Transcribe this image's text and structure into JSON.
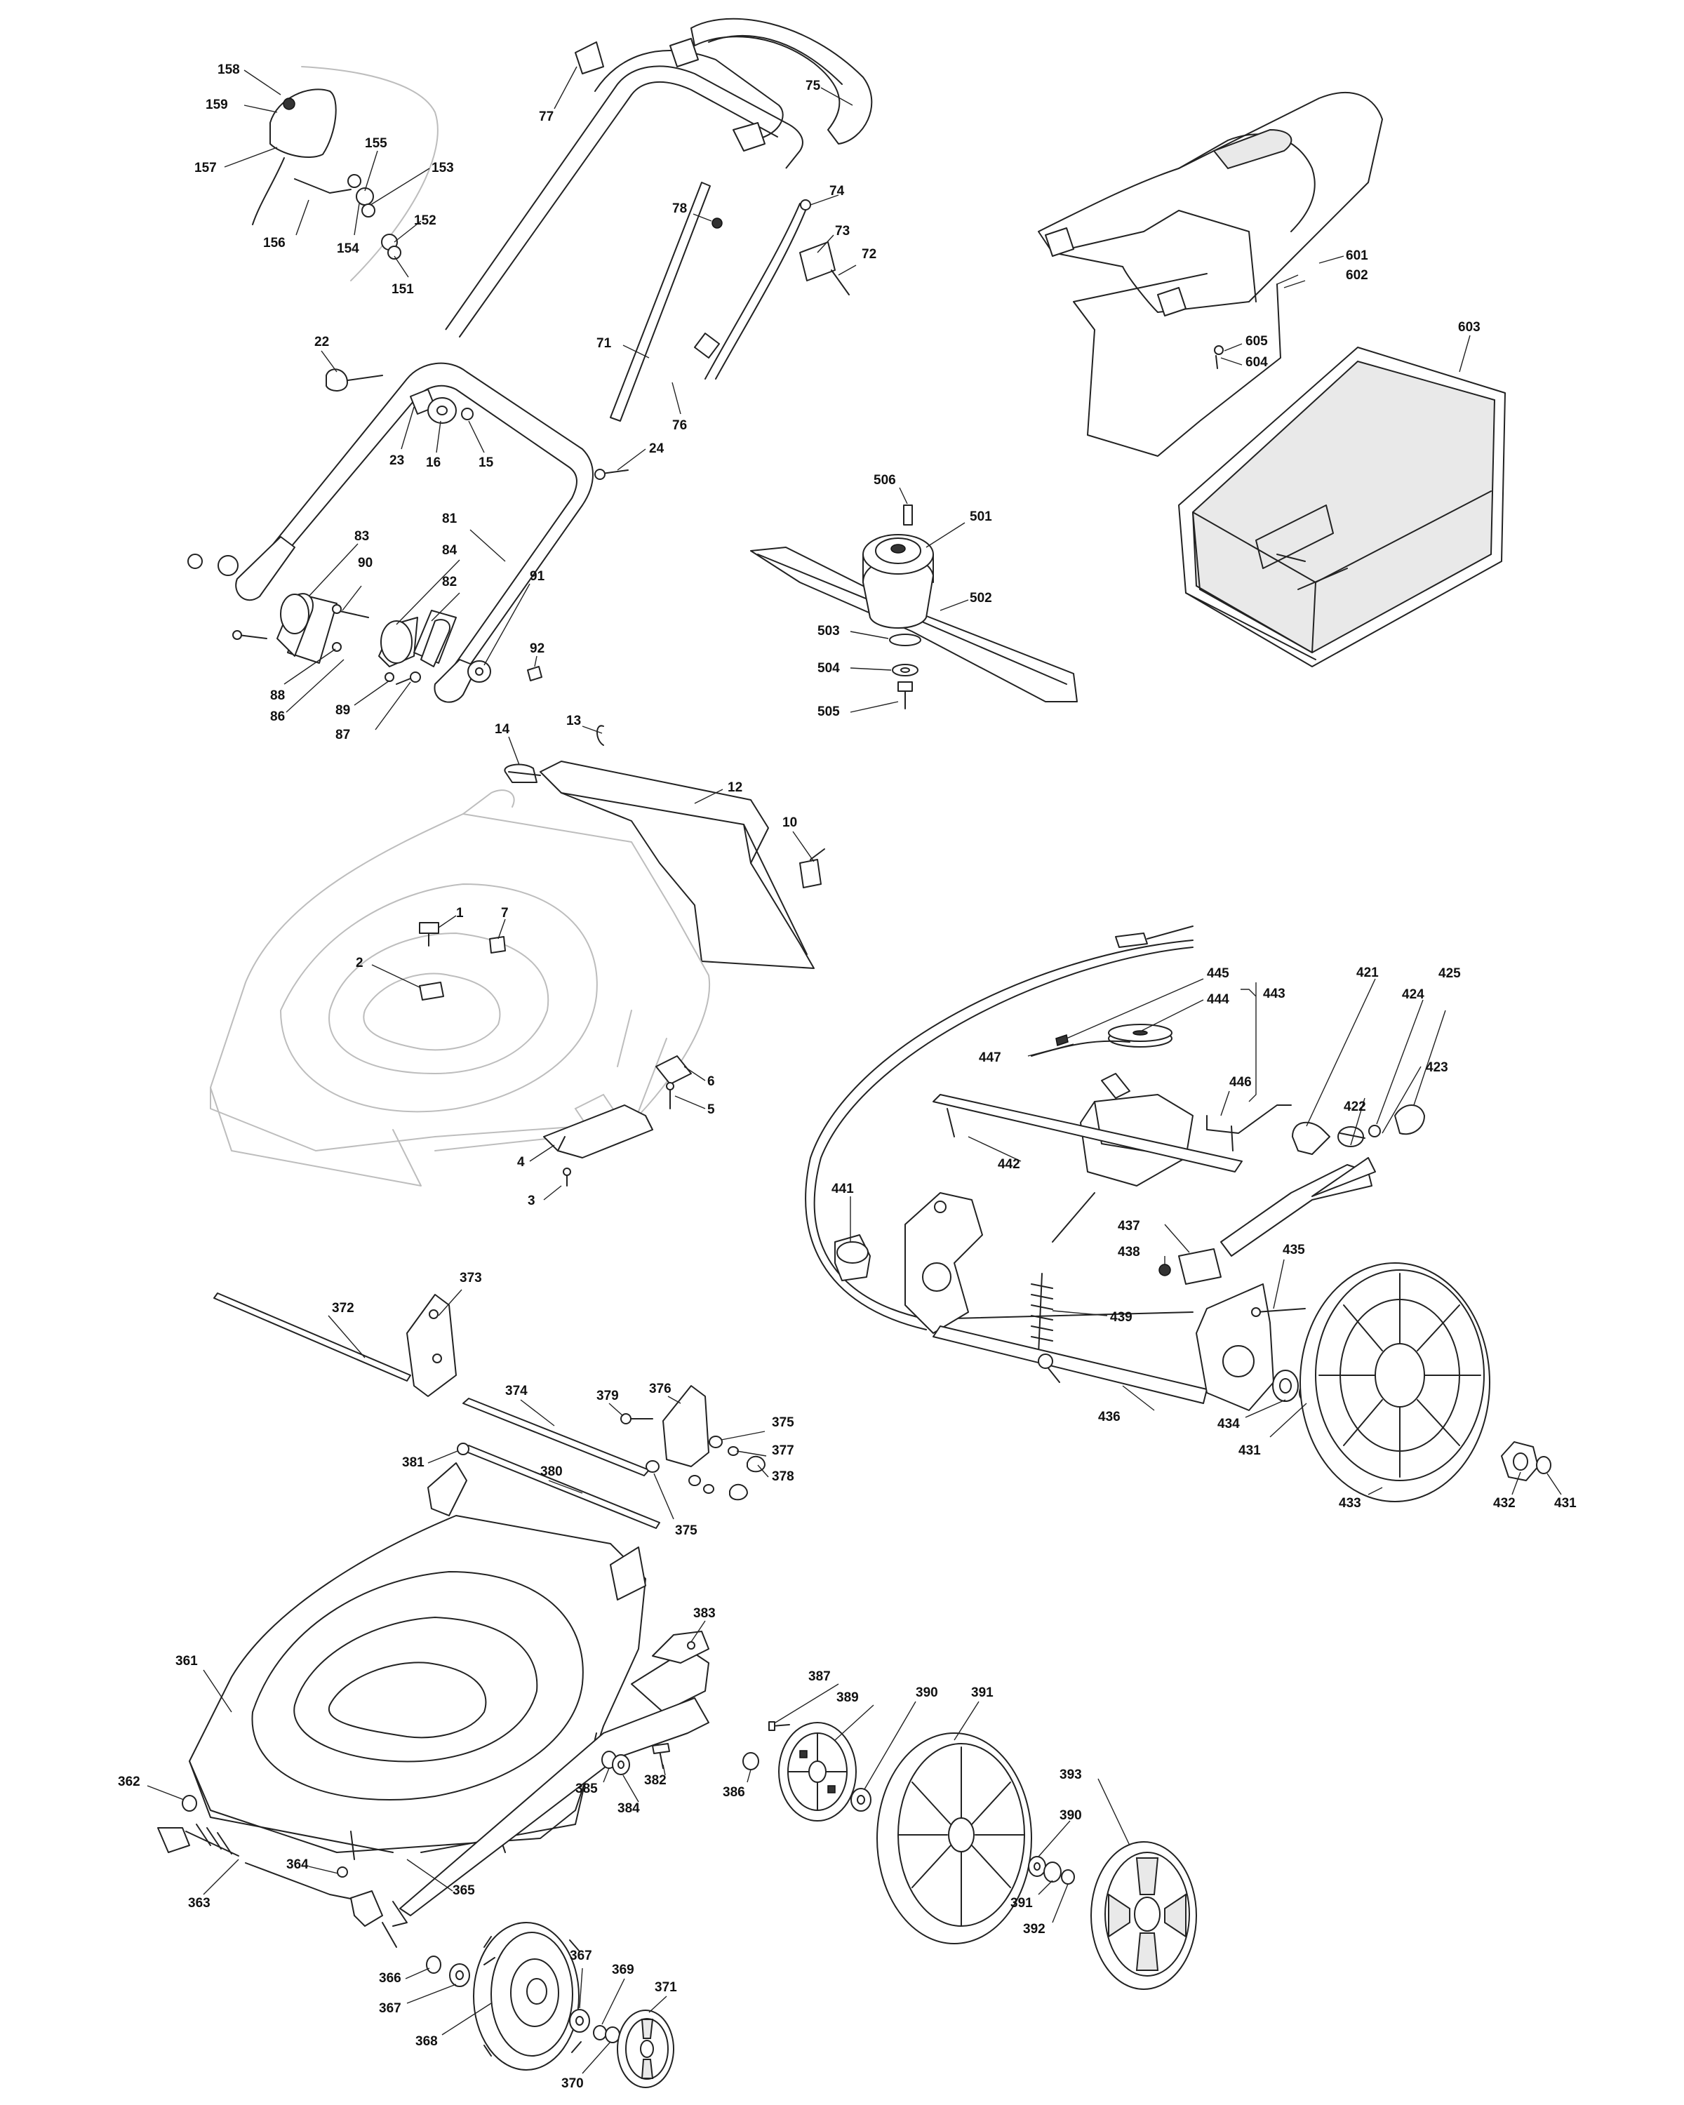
{
  "diagram": {
    "labels": [
      {
        "id": "158",
        "text": "158"
      },
      {
        "id": "159",
        "text": "159"
      },
      {
        "id": "157",
        "text": "157"
      },
      {
        "id": "155",
        "text": "155"
      },
      {
        "id": "153",
        "text": "153"
      },
      {
        "id": "152",
        "text": "152"
      },
      {
        "id": "156",
        "text": "156"
      },
      {
        "id": "154",
        "text": "154"
      },
      {
        "id": "151",
        "text": "151"
      },
      {
        "id": "77",
        "text": "77"
      },
      {
        "id": "75",
        "text": "75"
      },
      {
        "id": "78",
        "text": "78"
      },
      {
        "id": "74",
        "text": "74"
      },
      {
        "id": "73",
        "text": "73"
      },
      {
        "id": "72",
        "text": "72"
      },
      {
        "id": "71",
        "text": "71"
      },
      {
        "id": "76",
        "text": "76"
      },
      {
        "id": "22",
        "text": "22"
      },
      {
        "id": "23",
        "text": "23"
      },
      {
        "id": "16",
        "text": "16"
      },
      {
        "id": "15",
        "text": "15"
      },
      {
        "id": "24",
        "text": "24"
      },
      {
        "id": "81",
        "text": "81"
      },
      {
        "id": "83",
        "text": "83"
      },
      {
        "id": "90",
        "text": "90"
      },
      {
        "id": "84",
        "text": "84"
      },
      {
        "id": "82",
        "text": "82"
      },
      {
        "id": "91",
        "text": "91"
      },
      {
        "id": "92",
        "text": "92"
      },
      {
        "id": "88",
        "text": "88"
      },
      {
        "id": "86",
        "text": "86"
      },
      {
        "id": "89",
        "text": "89"
      },
      {
        "id": "87",
        "text": "87"
      },
      {
        "id": "601",
        "text": "601"
      },
      {
        "id": "602",
        "text": "602"
      },
      {
        "id": "603",
        "text": "603"
      },
      {
        "id": "605",
        "text": "605"
      },
      {
        "id": "604",
        "text": "604"
      },
      {
        "id": "506",
        "text": "506"
      },
      {
        "id": "501",
        "text": "501"
      },
      {
        "id": "502",
        "text": "502"
      },
      {
        "id": "503",
        "text": "503"
      },
      {
        "id": "504",
        "text": "504"
      },
      {
        "id": "505",
        "text": "505"
      },
      {
        "id": "14",
        "text": "14"
      },
      {
        "id": "13",
        "text": "13"
      },
      {
        "id": "12",
        "text": "12"
      },
      {
        "id": "10",
        "text": "10"
      },
      {
        "id": "1",
        "text": "1"
      },
      {
        "id": "7",
        "text": "7"
      },
      {
        "id": "2",
        "text": "2"
      },
      {
        "id": "6",
        "text": "6"
      },
      {
        "id": "5",
        "text": "5"
      },
      {
        "id": "4",
        "text": "4"
      },
      {
        "id": "3",
        "text": "3"
      },
      {
        "id": "445",
        "text": "445"
      },
      {
        "id": "444",
        "text": "444"
      },
      {
        "id": "443",
        "text": "443"
      },
      {
        "id": "421",
        "text": "421"
      },
      {
        "id": "424",
        "text": "424"
      },
      {
        "id": "425",
        "text": "425"
      },
      {
        "id": "423",
        "text": "423"
      },
      {
        "id": "447",
        "text": "447"
      },
      {
        "id": "446",
        "text": "446"
      },
      {
        "id": "422",
        "text": "422"
      },
      {
        "id": "442",
        "text": "442"
      },
      {
        "id": "441",
        "text": "441"
      },
      {
        "id": "437",
        "text": "437"
      },
      {
        "id": "438",
        "text": "438"
      },
      {
        "id": "435",
        "text": "435"
      },
      {
        "id": "439",
        "text": "439"
      },
      {
        "id": "436",
        "text": "436"
      },
      {
        "id": "434",
        "text": "434"
      },
      {
        "id": "431a",
        "text": "431"
      },
      {
        "id": "433",
        "text": "433"
      },
      {
        "id": "432",
        "text": "432"
      },
      {
        "id": "431b",
        "text": "431"
      },
      {
        "id": "373",
        "text": "373"
      },
      {
        "id": "372",
        "text": "372"
      },
      {
        "id": "374",
        "text": "374"
      },
      {
        "id": "379",
        "text": "379"
      },
      {
        "id": "376",
        "text": "376"
      },
      {
        "id": "375a",
        "text": "375"
      },
      {
        "id": "377",
        "text": "377"
      },
      {
        "id": "378",
        "text": "378"
      },
      {
        "id": "381",
        "text": "381"
      },
      {
        "id": "380",
        "text": "380"
      },
      {
        "id": "375b",
        "text": "375"
      },
      {
        "id": "383",
        "text": "383"
      },
      {
        "id": "361",
        "text": "361"
      },
      {
        "id": "387",
        "text": "387"
      },
      {
        "id": "389",
        "text": "389"
      },
      {
        "id": "390a",
        "text": "390"
      },
      {
        "id": "391a",
        "text": "391"
      },
      {
        "id": "362",
        "text": "362"
      },
      {
        "id": "385",
        "text": "385"
      },
      {
        "id": "382",
        "text": "382"
      },
      {
        "id": "384",
        "text": "384"
      },
      {
        "id": "386",
        "text": "386"
      },
      {
        "id": "393",
        "text": "393"
      },
      {
        "id": "390b",
        "text": "390"
      },
      {
        "id": "364",
        "text": "364"
      },
      {
        "id": "365",
        "text": "365"
      },
      {
        "id": "363",
        "text": "363"
      },
      {
        "id": "391b",
        "text": "391"
      },
      {
        "id": "392",
        "text": "392"
      },
      {
        "id": "367a",
        "text": "367"
      },
      {
        "id": "369",
        "text": "369"
      },
      {
        "id": "371",
        "text": "371"
      },
      {
        "id": "366",
        "text": "366"
      },
      {
        "id": "367b",
        "text": "367"
      },
      {
        "id": "368",
        "text": "368"
      },
      {
        "id": "370",
        "text": "370"
      }
    ]
  }
}
